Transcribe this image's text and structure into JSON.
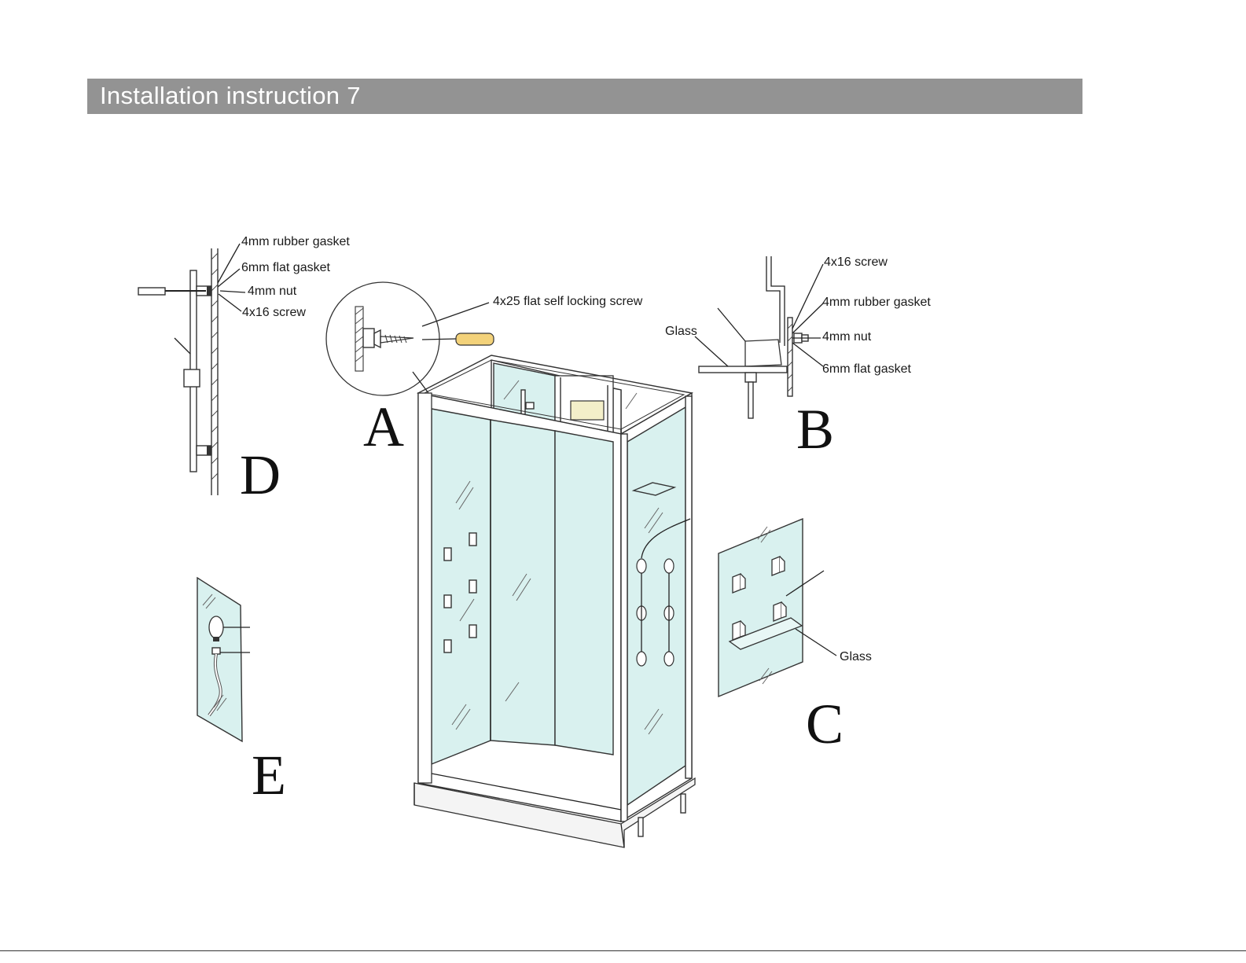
{
  "header": {
    "title": "Installation instruction 7"
  },
  "detail_d": {
    "letter": "D",
    "labels": [
      "4mm rubber gasket",
      "6mm flat gasket",
      "4mm nut",
      "4x16 screw"
    ]
  },
  "detail_a": {
    "letter": "A",
    "screw_label": "4x25 flat self locking screw"
  },
  "detail_b": {
    "letter": "B",
    "glass_label": "Glass",
    "labels": [
      "4x16 screw",
      "4mm rubber gasket",
      "4mm nut",
      "6mm flat gasket"
    ]
  },
  "detail_c": {
    "letter": "C",
    "glass_label": "Glass"
  },
  "detail_e": {
    "letter": "E"
  }
}
